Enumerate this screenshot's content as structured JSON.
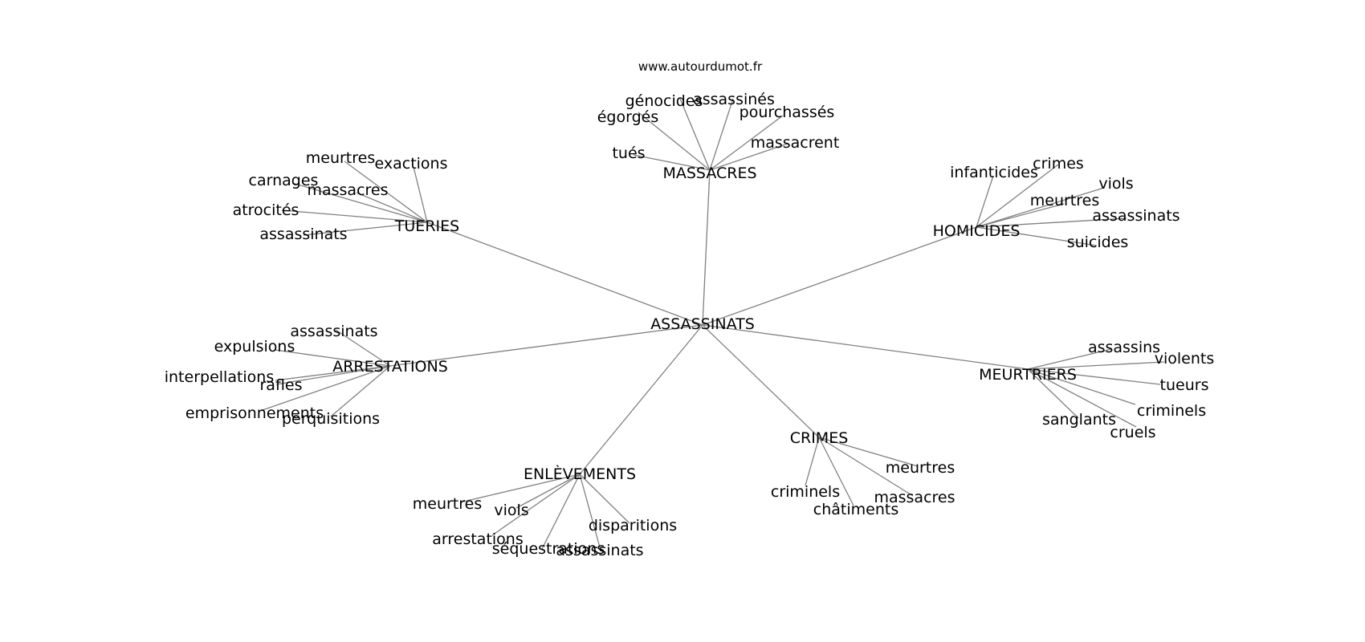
{
  "header": {
    "site": "www.autourdumot.fr"
  },
  "center": {
    "label": "ASSASSINATS"
  },
  "hubs": [
    {
      "label": "MASSACRES",
      "children": [
        "égorgés",
        "génocides",
        "assassinés",
        "pourchassés",
        "tués",
        "massacrent"
      ]
    },
    {
      "label": "TUERIES",
      "children": [
        "meurtres",
        "exactions",
        "carnages",
        "massacres",
        "atrocités",
        "assassinats"
      ]
    },
    {
      "label": "HOMICIDES",
      "children": [
        "infanticides",
        "crimes",
        "viols",
        "meurtres",
        "assassinats",
        "suicides"
      ]
    },
    {
      "label": "ARRESTATIONS",
      "children": [
        "assassinats",
        "expulsions",
        "interpellations",
        "rafles",
        "emprisonnements",
        "perquisitions"
      ]
    },
    {
      "label": "MEURTRIERS",
      "children": [
        "assassins",
        "violents",
        "tueurs",
        "criminels",
        "sanglants",
        "cruels"
      ]
    },
    {
      "label": "CRIMES",
      "children": [
        "meurtres",
        "criminels",
        "massacres",
        "châtiments"
      ]
    },
    {
      "label": "ENLÈVEMENTS",
      "children": [
        "meurtres",
        "viols",
        "arrestations",
        "séquestrations",
        "assassinats",
        "disparitions"
      ]
    }
  ]
}
